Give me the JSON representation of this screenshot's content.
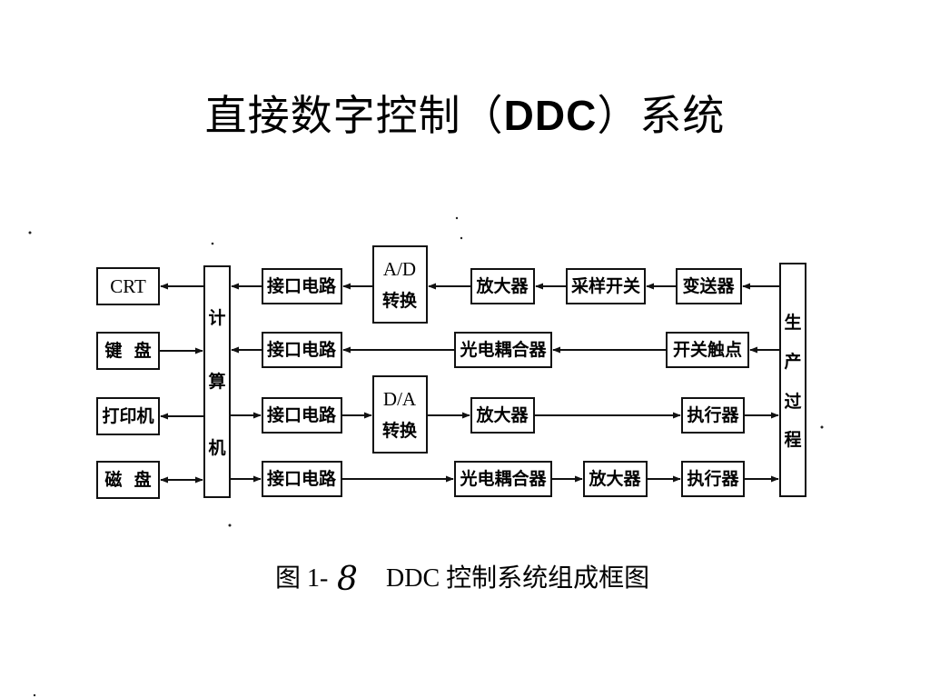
{
  "title": {
    "prefix": "直接数字控制（",
    "acronym": "DDC",
    "suffix": "）系统"
  },
  "peripherals": {
    "crt": "CRT",
    "keyboard": "键  盘",
    "printer": "打印机",
    "disk": "磁  盘"
  },
  "computer_chars": [
    "计",
    "算",
    "机"
  ],
  "interface": "接口电路",
  "ad_lines": [
    "A/D",
    "转换"
  ],
  "da_lines": [
    "D/A",
    "转换"
  ],
  "amplifier": "放大器",
  "sampling_switch": "采样开关",
  "transmitter": "变送器",
  "optocoupler": "光电耦合器",
  "switch_contact": "开关触点",
  "actuator": "执行器",
  "process_chars": [
    "生",
    "产",
    "过",
    "程"
  ],
  "caption": {
    "prefix": "图 1-",
    "number": "8",
    "text": "DDC 控制系统组成框图"
  }
}
